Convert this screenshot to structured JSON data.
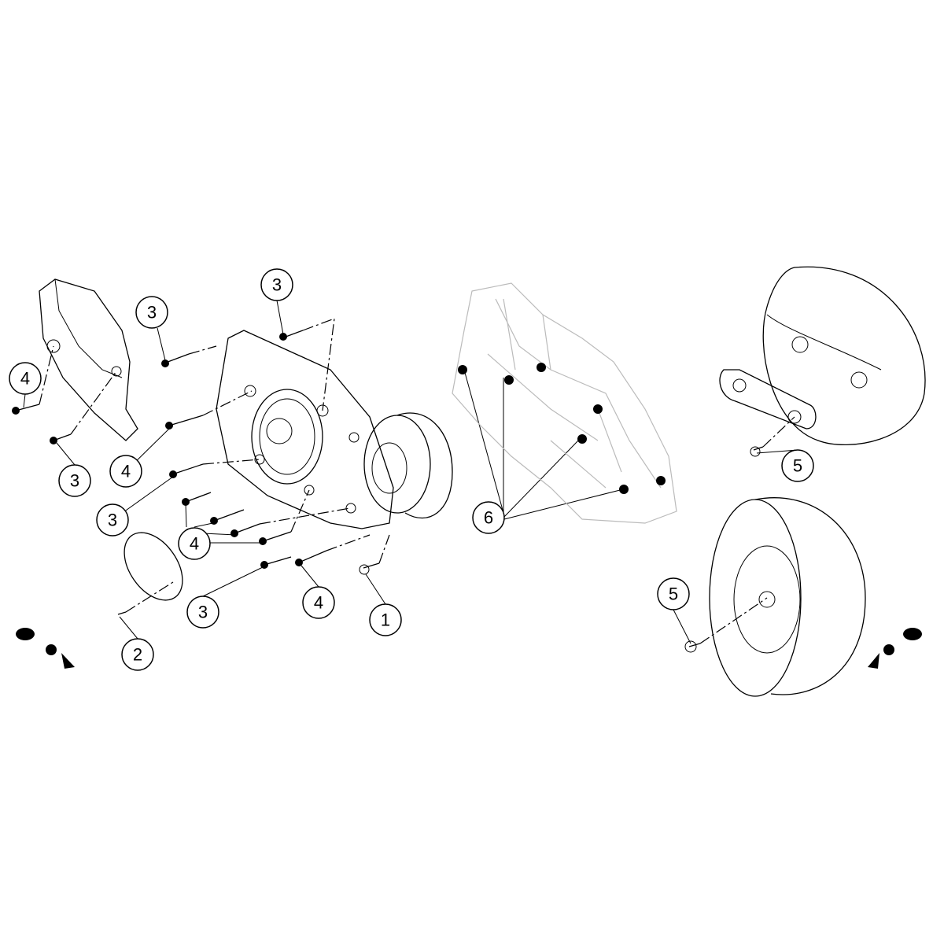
{
  "diagram": {
    "type": "exploded-parts-diagram",
    "callouts": [
      "3",
      "3",
      "4",
      "3",
      "4",
      "3",
      "4",
      "3",
      "4",
      "1",
      "2",
      "6",
      "5",
      "5"
    ],
    "direction_arrows": [
      "forward-arrow-icon-left",
      "forward-arrow-icon-right"
    ]
  }
}
